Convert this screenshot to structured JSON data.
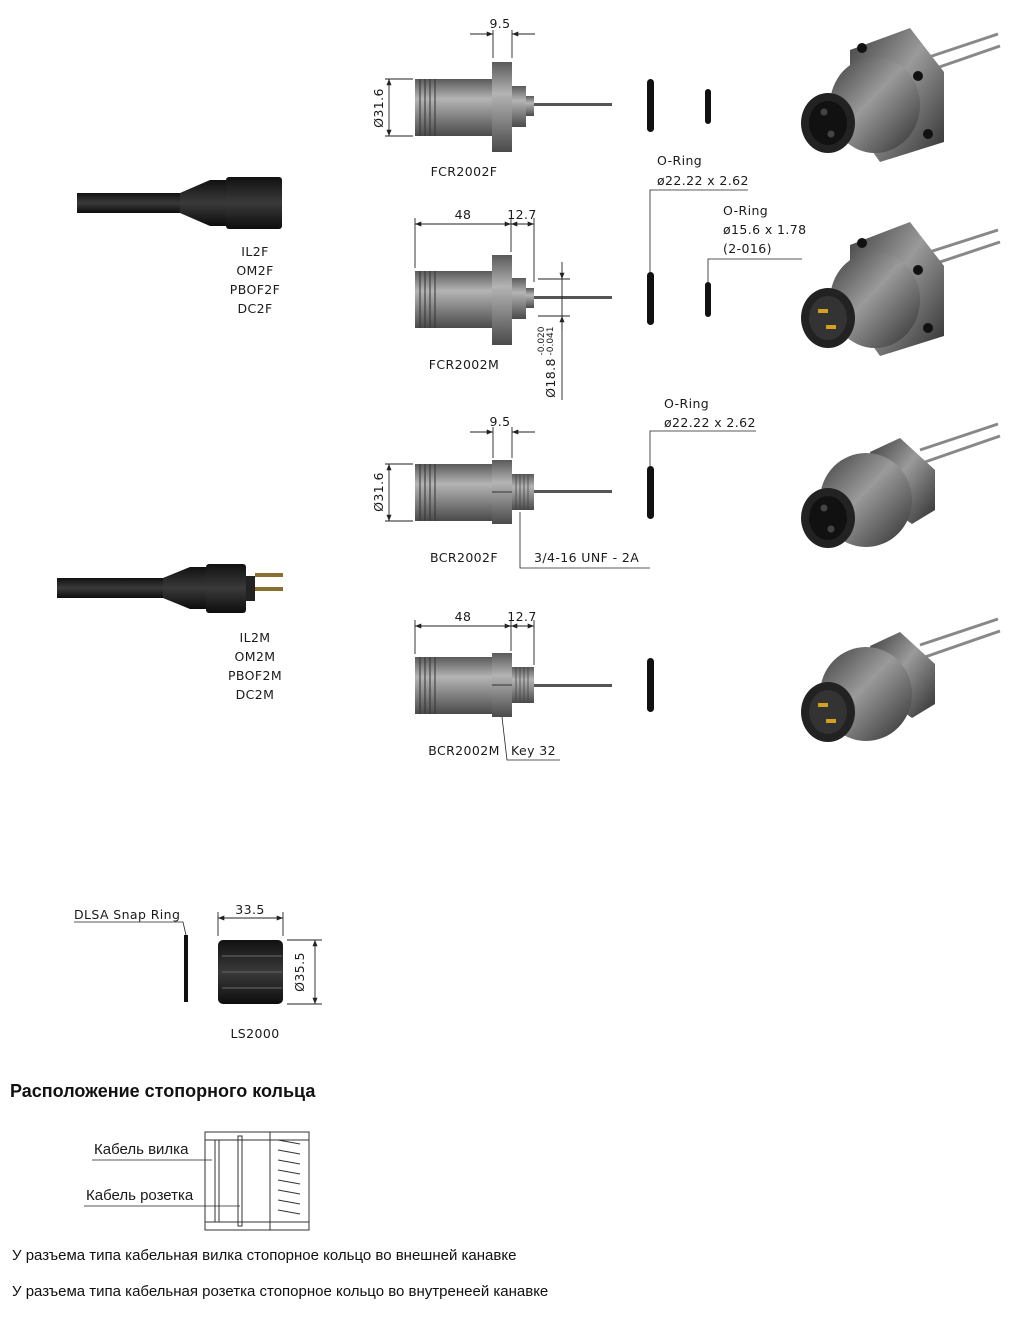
{
  "labels": {
    "fcr2002f": "FCR2002F",
    "fcr2002m": "FCR2002M",
    "bcr2002f": "BCR2002F",
    "bcr2002m": "BCR2002M",
    "ls2000": "LS2000",
    "female_cable_models": [
      "IL2F",
      "OM2F",
      "PBOF2F",
      "DC2F"
    ],
    "male_cable_models": [
      "IL2M",
      "OM2M",
      "PBOF2M",
      "DC2M"
    ]
  },
  "dimensions": {
    "flange_width": "9.5",
    "flange_diameter": "Ø31.6",
    "body_length": "48",
    "thread_length": "12.7",
    "pin_diameter": "Ø18.8",
    "pin_tol_upper": "-0.020",
    "pin_tol_lower": "-0.041",
    "bulkhead_width": "9.5",
    "bulkhead_diameter": "Ø31.6",
    "bulkhead_length": "48",
    "bulkhead_thread_length": "12.7",
    "snap_length": "33.5",
    "snap_diameter": "Ø35.5"
  },
  "callouts": {
    "oring_title_1": "O-Ring",
    "oring_size_1": "ø22.22 x 2.62",
    "oring_title_2": "O-Ring",
    "oring_size_2": "ø15.6 x 1.78",
    "oring_code_2": "(2-016)",
    "oring_title_3": "O-Ring",
    "oring_size_3": "ø22.22 x 2.62",
    "thread": "3/4-16 UNF - 2A",
    "key": "Key 32",
    "snap_ring": "DLSA Snap Ring"
  },
  "retaining": {
    "heading": "Расположение стопорного кольца",
    "plug_label": "Кабель вилка",
    "socket_label": "Кабель розетка",
    "note_plug": "У разъема типа кабельная вилка стопорное кольцо во внешней канавке",
    "note_socket": "У разъема типа кабельная розетка стопорное кольцо во внутренеей канавке"
  },
  "colors": {
    "body_metal": "#8a8a8a",
    "dark_rubber": "#1a1a1a",
    "line": "#222222"
  }
}
